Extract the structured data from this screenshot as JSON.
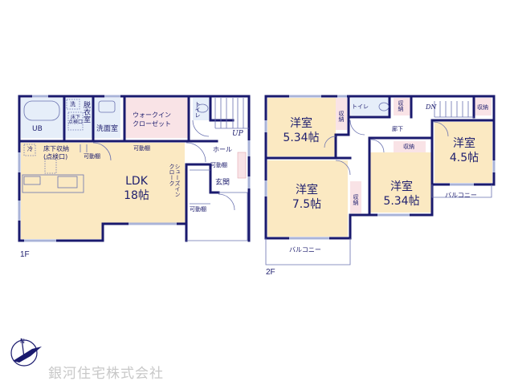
{
  "colors": {
    "wall": "#1a1a6e",
    "room_fill": "#fbe9c2",
    "closet_fill": "#f9e3e6",
    "wet_fill": "#e6eef9",
    "window": "#a9b3d8",
    "line": "#6a72b0",
    "logo_text": "#c8c8c8"
  },
  "floor1": {
    "label": "1F",
    "rooms": {
      "ub": "UB",
      "wash_small": "洗",
      "dressing": "脱衣室",
      "underfloor_small": "床下\n点検口",
      "washroom": "洗面室",
      "walkin_closet": "ウォークイン\nクローゼット",
      "toilet": "トイレ",
      "up": "UP",
      "hall": "ホール",
      "fridge": "冷",
      "underfloor_storage": "床下収納\n(点検口)",
      "movable_shelf_1": "可動棚",
      "movable_shelf_2": "可動棚",
      "movable_shelf_3": "可動棚",
      "movable_shelf_4": "可動棚",
      "ldk_name": "LDK",
      "ldk_size": "18帖",
      "shoes_in_cloak": "シューズイン\nクローク",
      "entrance": "玄関"
    }
  },
  "floor2": {
    "label": "2F",
    "rooms": {
      "bedroom1_name": "洋室",
      "bedroom1_size": "5.34帖",
      "storage1": "収納",
      "toilet": "トイレ",
      "storage2": "収納",
      "dn": "DN",
      "storage3": "収納",
      "corridor": "廊下",
      "bedroom4_name": "洋室",
      "bedroom4_size": "4.5帖",
      "storage4": "収納",
      "bedroom2_name": "洋室",
      "bedroom2_size": "7.5帖",
      "storage5": "収納",
      "bedroom3_name": "洋室",
      "bedroom3_size": "5.34帖",
      "balcony1": "バルコニー",
      "balcony2": "バルコニー"
    }
  },
  "footer": {
    "compass": "N",
    "company": "銀河住宅株式会社"
  }
}
